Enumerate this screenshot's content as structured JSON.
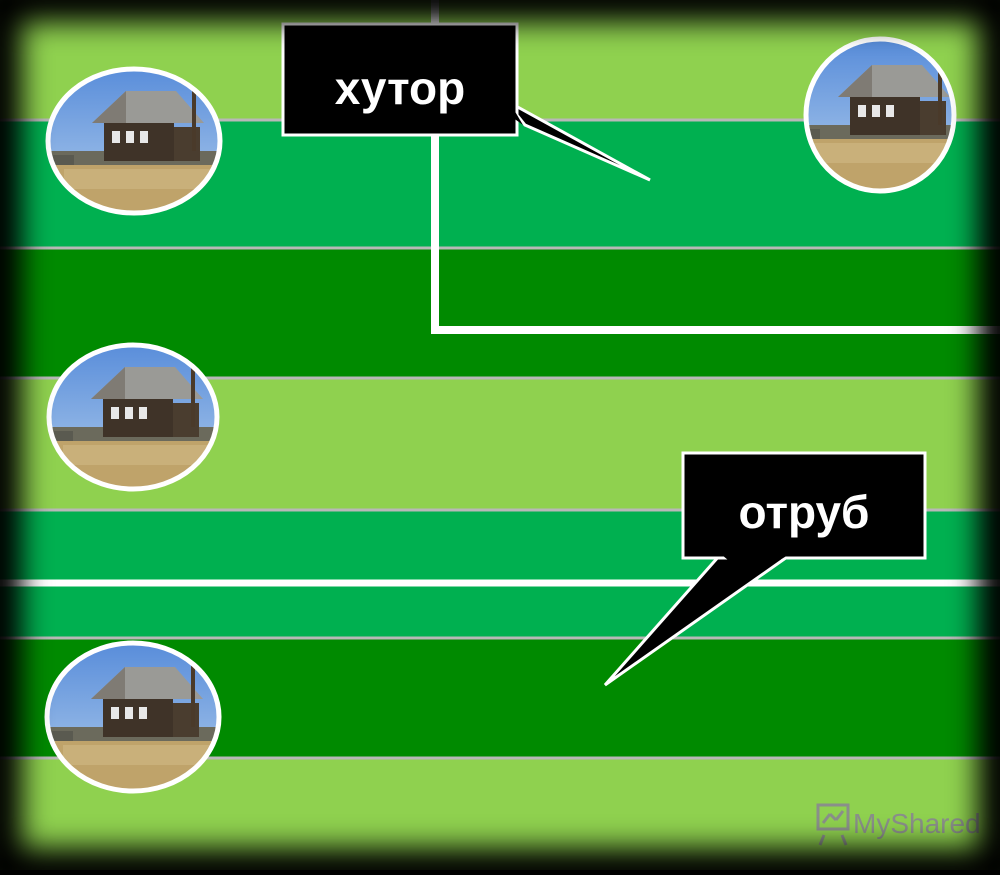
{
  "callouts": {
    "khutor": "хутор",
    "otrub": "отруб"
  },
  "watermark": {
    "text": "MyShared",
    "icon": "presentation-board-icon"
  },
  "colors": {
    "light_green": "#8fd14f",
    "medium_green": "#00b050",
    "dark_green": "#008a00",
    "callout_bg": "#000000",
    "callout_text": "#ffffff",
    "boundary_line": "#ffffff"
  },
  "icons": {
    "house": "house-photo-icon"
  }
}
